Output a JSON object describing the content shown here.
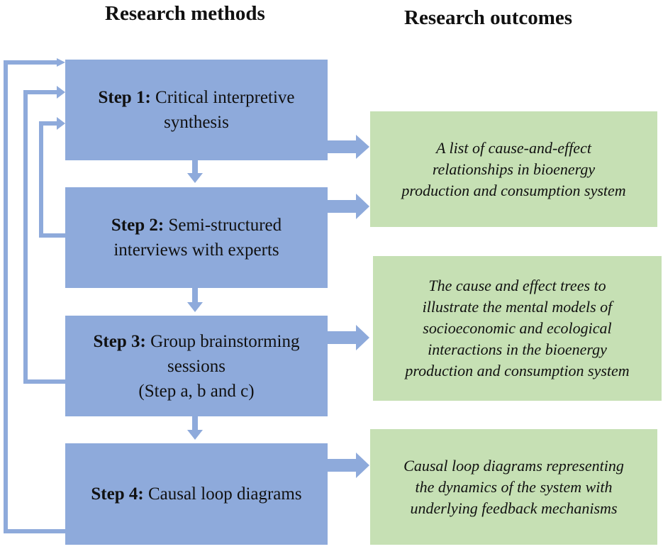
{
  "headings": {
    "methods": "Research methods",
    "outcomes": "Research outcomes"
  },
  "steps": [
    {
      "label": "Step 1:",
      "text": "Critical interpretive",
      "text2": "synthesis"
    },
    {
      "label": "Step 2:",
      "text": "Semi-structured",
      "text2": "interviews with experts"
    },
    {
      "label": "Step 3:",
      "text": "Group brainstorming",
      "text2": "sessions",
      "text3": "(Step a, b and c)"
    },
    {
      "label": "Step 4:",
      "text": "Causal loop diagrams"
    }
  ],
  "outcomes": [
    {
      "lines": [
        "A list of cause-and-effect",
        "relationships in bioenergy",
        "production and consumption system"
      ]
    },
    {
      "lines": [
        "The cause and effect trees to",
        "illustrate the mental models of",
        "socioeconomic and ecological",
        "interactions in the bioenergy",
        "production and consumption system"
      ]
    },
    {
      "lines": [
        "Causal loop diagrams representing",
        "the dynamics of the system with",
        "underlying feedback mechanisms"
      ]
    }
  ],
  "colors": {
    "step_fill": "#8eaadb",
    "outcome_fill": "#c6e0b4",
    "arrow": "#8eaadb"
  }
}
